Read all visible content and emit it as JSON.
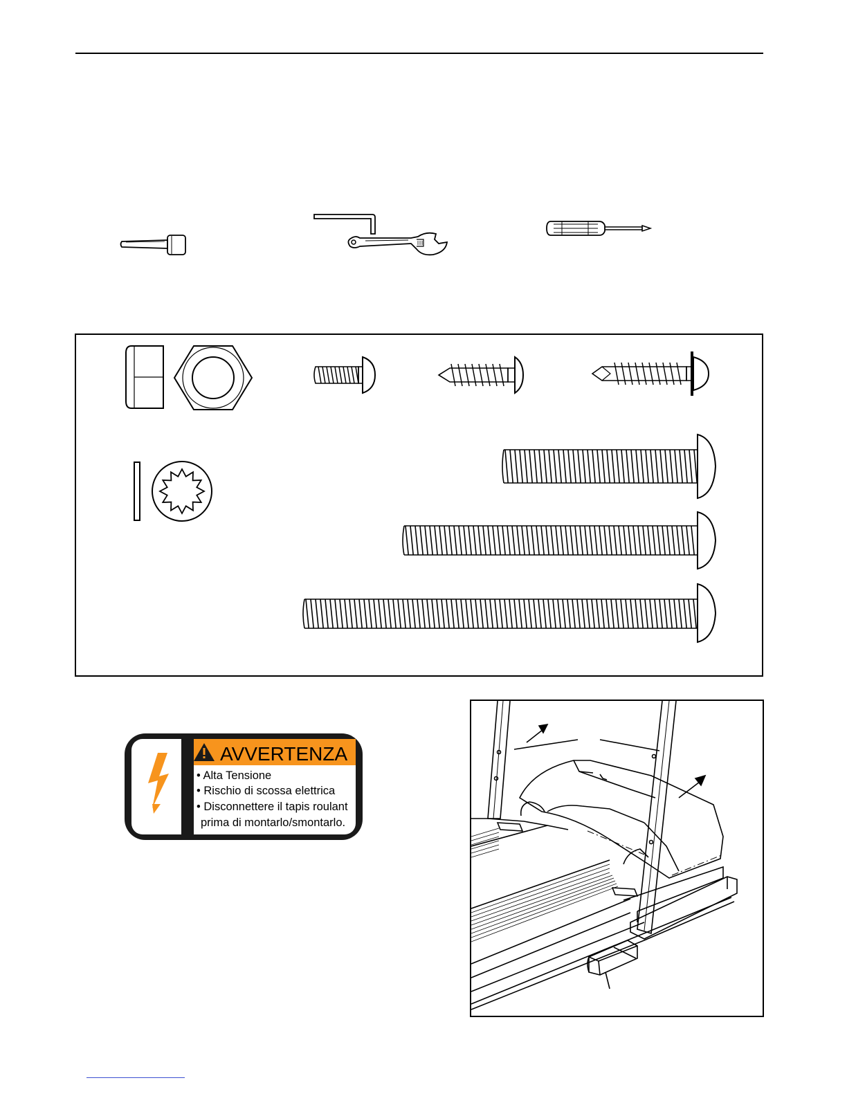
{
  "warning_label": {
    "heading": "AVVERTENZA",
    "lines": [
      "Alta Tensione",
      "Rischio di scossa elettrica",
      "Disconnettere il tapis roulant",
      "prima di montarlo/smontarlo."
    ],
    "colors": {
      "accent": "#f7941d",
      "border": "#1a1a1a"
    },
    "icons": [
      "warning-triangle-icon",
      "lightning-bolt-icon"
    ]
  },
  "tools": [
    "rubber-mallet-icon",
    "hex-key-icon",
    "adjustable-wrench-icon",
    "phillips-screwdriver-icon"
  ],
  "hardware": [
    "nut-side-view-icon",
    "hex-nut-icon",
    "machine-screw-short-icon",
    "sheet-metal-screw-icon",
    "self-tapping-screw-icon",
    "star-washer-side-icon",
    "star-washer-icon",
    "bolt-medium-icon",
    "bolt-long-icon",
    "bolt-longest-icon"
  ]
}
